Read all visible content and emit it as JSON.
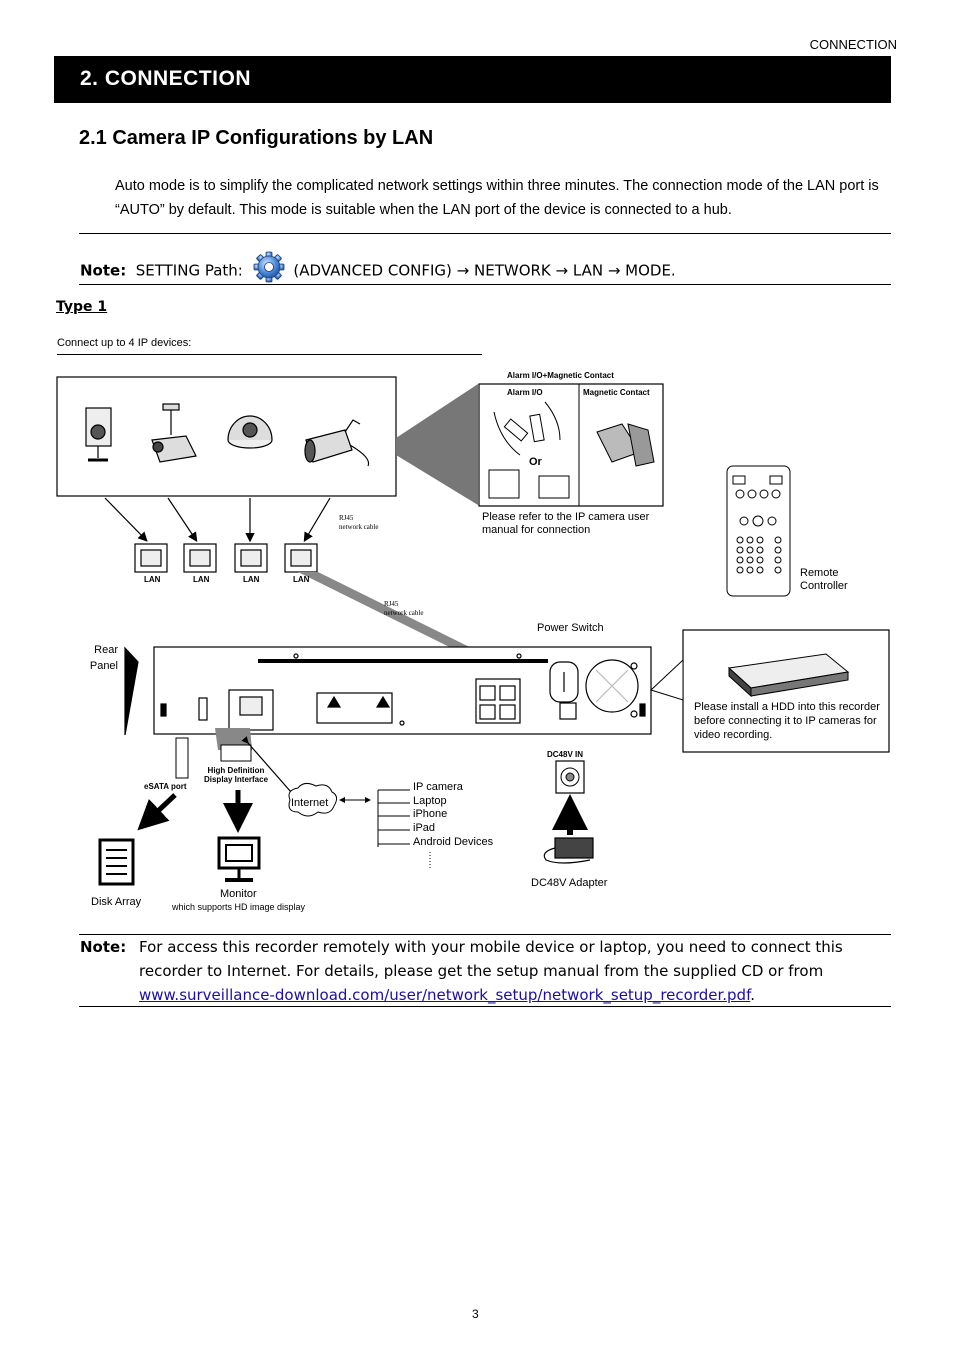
{
  "header": {
    "running_title": "CONNECTION",
    "chapter_title": "2. CONNECTION"
  },
  "section": {
    "title": "2.1 Camera IP Configurations by LAN"
  },
  "intro": {
    "text": "Auto mode is to simplify the complicated network settings within three minutes. The connection mode of the LAN port is “AUTO” by default. This mode is suitable when the LAN port of the device is connected to a hub."
  },
  "note1": {
    "label": "Note:",
    "prefix": "SETTING Path:",
    "path": "(ADVANCED CONFIG) → NETWORK → LAN → MODE.",
    "icon": "gear-icon"
  },
  "type_heading": "Type 1",
  "connect_caption": "Connect up to 4 IP devices:",
  "diagram": {
    "alarm_title": "Alarm I/O+Magnetic Contact",
    "alarm_io": "Alarm I/O",
    "magnetic_contact": "Magnetic Contact",
    "or": "Or",
    "alarm_note": "Please refer to the IP camera user manual for connection",
    "rj45_a": "RJ45",
    "rj45_a_sub": "network cable",
    "rj45_b": "RJ45",
    "rj45_b_sub": "network cable",
    "lan_labels": [
      "LAN",
      "LAN",
      "LAN",
      "LAN"
    ],
    "remote": "Remote Controller",
    "power_switch": "Power Switch",
    "rear_panel": "Rear Panel",
    "hdd_note": "Please install a HDD into this recorder before connecting it to IP cameras for video recording.",
    "hdmi": "High Definition Display Interface",
    "esata": "eSATA port",
    "internet": "Internet",
    "devices": [
      "IP camera",
      "Laptop",
      "iPhone",
      "iPad",
      "Android Devices"
    ],
    "dc_in": "DC48V IN",
    "adapter": "DC48V Adapter",
    "monitor": "Monitor",
    "monitor_sub": "which supports HD image display",
    "disk_array": "Disk Array"
  },
  "note2": {
    "label": "Note:",
    "text": "For access this recorder remotely with your mobile device or laptop, you need to connect this recorder to Internet. For details, please get the setup manual from the supplied CD or from",
    "link": "www.surveillance-download.com/user/network_setup/network_setup_recorder.pdf",
    "end": "."
  },
  "page_number": "3"
}
